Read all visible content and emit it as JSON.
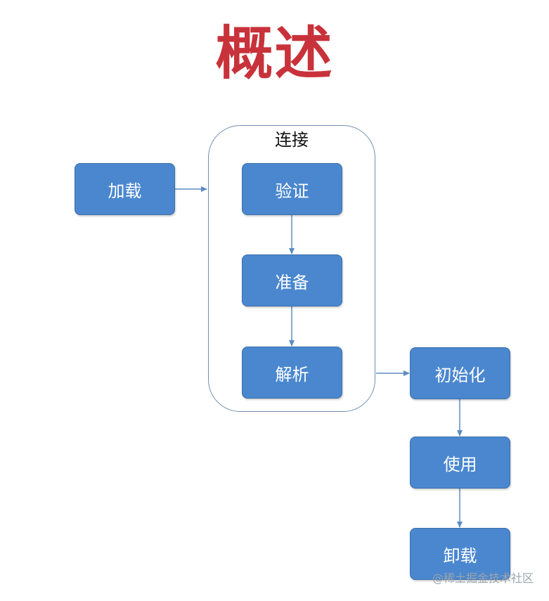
{
  "title": "概述",
  "group": {
    "label": "连接"
  },
  "nodes": {
    "load": "加载",
    "verify": "验证",
    "prepare": "准备",
    "resolve": "解析",
    "initialize": "初始化",
    "use": "使用",
    "unload": "卸载"
  },
  "watermark": "@稀土掘金技术社区",
  "colors": {
    "title": "#c8323a",
    "box_fill": "#4a87cf",
    "box_border": "#3c6fa8",
    "arrow": "#5b8cc4"
  }
}
